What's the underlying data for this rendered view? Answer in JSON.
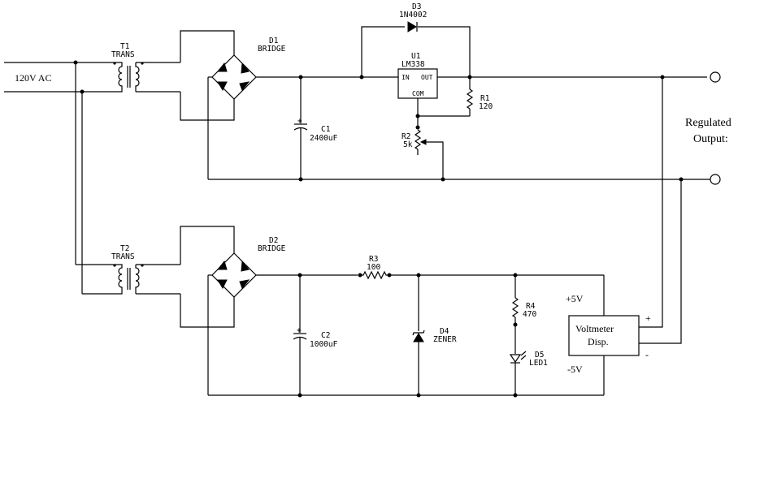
{
  "input": {
    "label": "120V AC"
  },
  "t1": {
    "ref": "T1",
    "type": "TRANS"
  },
  "t2": {
    "ref": "T2",
    "type": "TRANS"
  },
  "d1": {
    "ref": "D1",
    "type": "BRIDGE"
  },
  "d2": {
    "ref": "D2",
    "type": "BRIDGE"
  },
  "d3": {
    "ref": "D3",
    "part": "1N4002"
  },
  "u1": {
    "ref": "U1",
    "part": "LM338",
    "pin_in": "IN",
    "pin_out": "OUT",
    "pin_com": "COM"
  },
  "r1": {
    "ref": "R1",
    "value": "120"
  },
  "r2": {
    "ref": "R2",
    "value": "5k"
  },
  "c1": {
    "ref": "C1",
    "value": "2400uF"
  },
  "c2": {
    "ref": "C2",
    "value": "1000uF"
  },
  "r3": {
    "ref": "R3",
    "value": "100"
  },
  "d4": {
    "ref": "D4",
    "type": "ZENER"
  },
  "r4": {
    "ref": "R4",
    "value": "470"
  },
  "d5": {
    "ref": "D5",
    "type": "LED1"
  },
  "output": {
    "line1": "Regulated",
    "line2": "Output:"
  },
  "voltmeter": {
    "line1": "Voltmeter",
    "line2": "Disp.",
    "plus": "+",
    "minus": "-",
    "supply_pos": "+5V",
    "supply_neg": "-5V"
  },
  "polarity": {
    "cap_plus": "+"
  }
}
